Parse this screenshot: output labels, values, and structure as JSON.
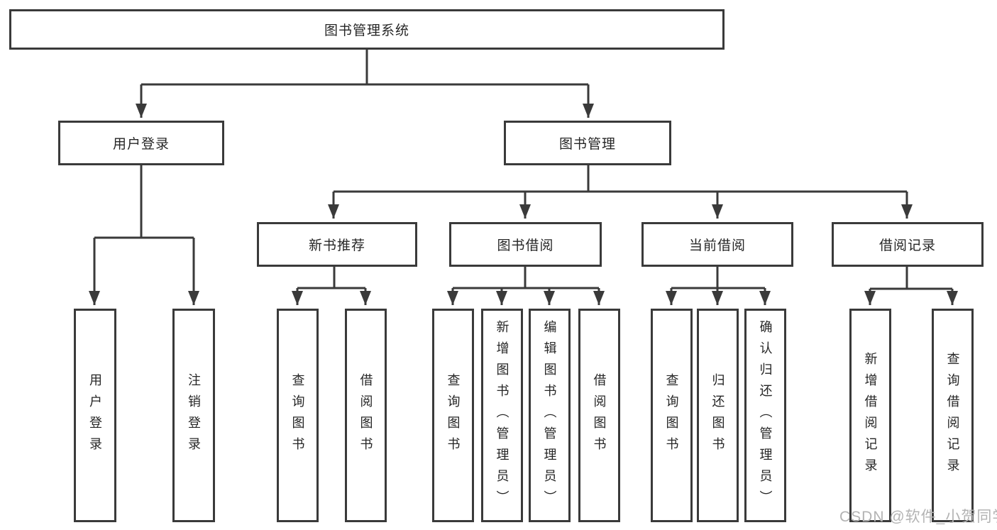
{
  "colors": {
    "line": "#3a3a3a",
    "box_border": "#3a3a3a",
    "text": "#262626",
    "watermark": "#b3b3b3",
    "background": "#ffffff"
  },
  "watermark": "CSDN @软件_小贺同学",
  "tree": {
    "root": {
      "label": "图书管理系统",
      "children": [
        {
          "label": "用户登录",
          "children": [
            {
              "label": "用户登录"
            },
            {
              "label": "注销登录"
            }
          ]
        },
        {
          "label": "图书管理",
          "children": [
            {
              "label": "新书推荐",
              "children": [
                {
                  "label": "查询图书"
                },
                {
                  "label": "借阅图书"
                }
              ]
            },
            {
              "label": "图书借阅",
              "children": [
                {
                  "label": "查询图书"
                },
                {
                  "label": "新增图书（管理员）"
                },
                {
                  "label": "编辑图书（管理员）"
                },
                {
                  "label": "借阅图书"
                }
              ]
            },
            {
              "label": "当前借阅",
              "children": [
                {
                  "label": "查询图书"
                },
                {
                  "label": "归还图书"
                },
                {
                  "label": "确认归还（管理员）"
                }
              ]
            },
            {
              "label": "借阅记录",
              "children": [
                {
                  "label": "新增借阅记录"
                },
                {
                  "label": "查询借阅记录"
                }
              ]
            }
          ]
        }
      ]
    }
  }
}
